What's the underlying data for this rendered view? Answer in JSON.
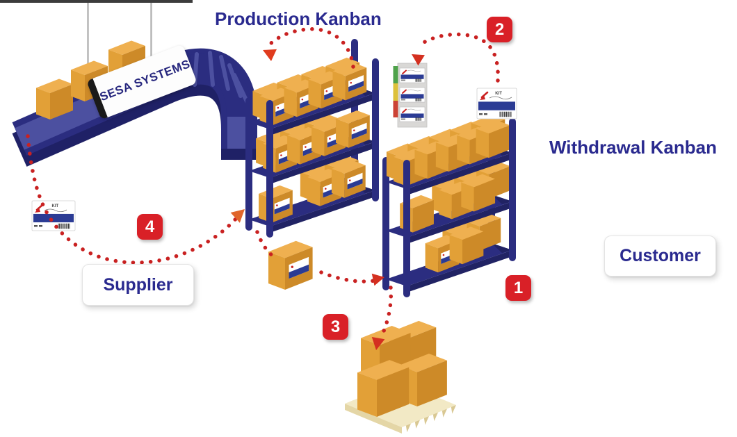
{
  "page": {
    "background": "#ffffff",
    "top_bar_color": "#3c3c3c"
  },
  "labels": {
    "production_kanban": "Production Kanban",
    "withdrawal_kanban": "Withdrawal Kanban",
    "banner": "SESA SYSTEMS"
  },
  "entities": {
    "supplier": "Supplier",
    "customer": "Customer"
  },
  "badges": [
    {
      "number": "1"
    },
    {
      "number": "2"
    },
    {
      "number": "3"
    },
    {
      "number": "4"
    }
  ],
  "kanban_card": {
    "title": "KIT"
  },
  "colors": {
    "text_navy": "#2a2a8f",
    "illustration_navy": "#2b2d80",
    "badge_red": "#d92027",
    "dot_red": "#c92121",
    "box_orange": "#e2a037",
    "board_green": "#4fa24b",
    "board_yellow": "#ddc13b",
    "board_red": "#cc4335"
  }
}
